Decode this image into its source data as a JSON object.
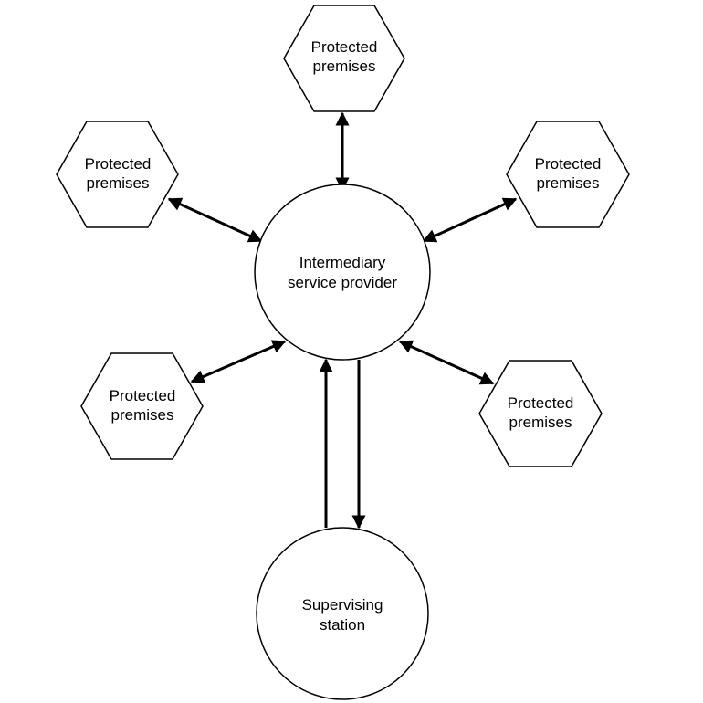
{
  "hub": {
    "line1": "Intermediary",
    "line2": "service provider"
  },
  "station": {
    "line1": "Supervising",
    "line2": "station"
  },
  "premises": [
    {
      "line1": "Protected",
      "line2": "premises"
    },
    {
      "line1": "Protected",
      "line2": "premises"
    },
    {
      "line1": "Protected",
      "line2": "premises"
    },
    {
      "line1": "Protected",
      "line2": "premises"
    },
    {
      "line1": "Protected",
      "line2": "premises"
    }
  ],
  "colors": {
    "stroke": "#000000",
    "fill": "#ffffff"
  }
}
